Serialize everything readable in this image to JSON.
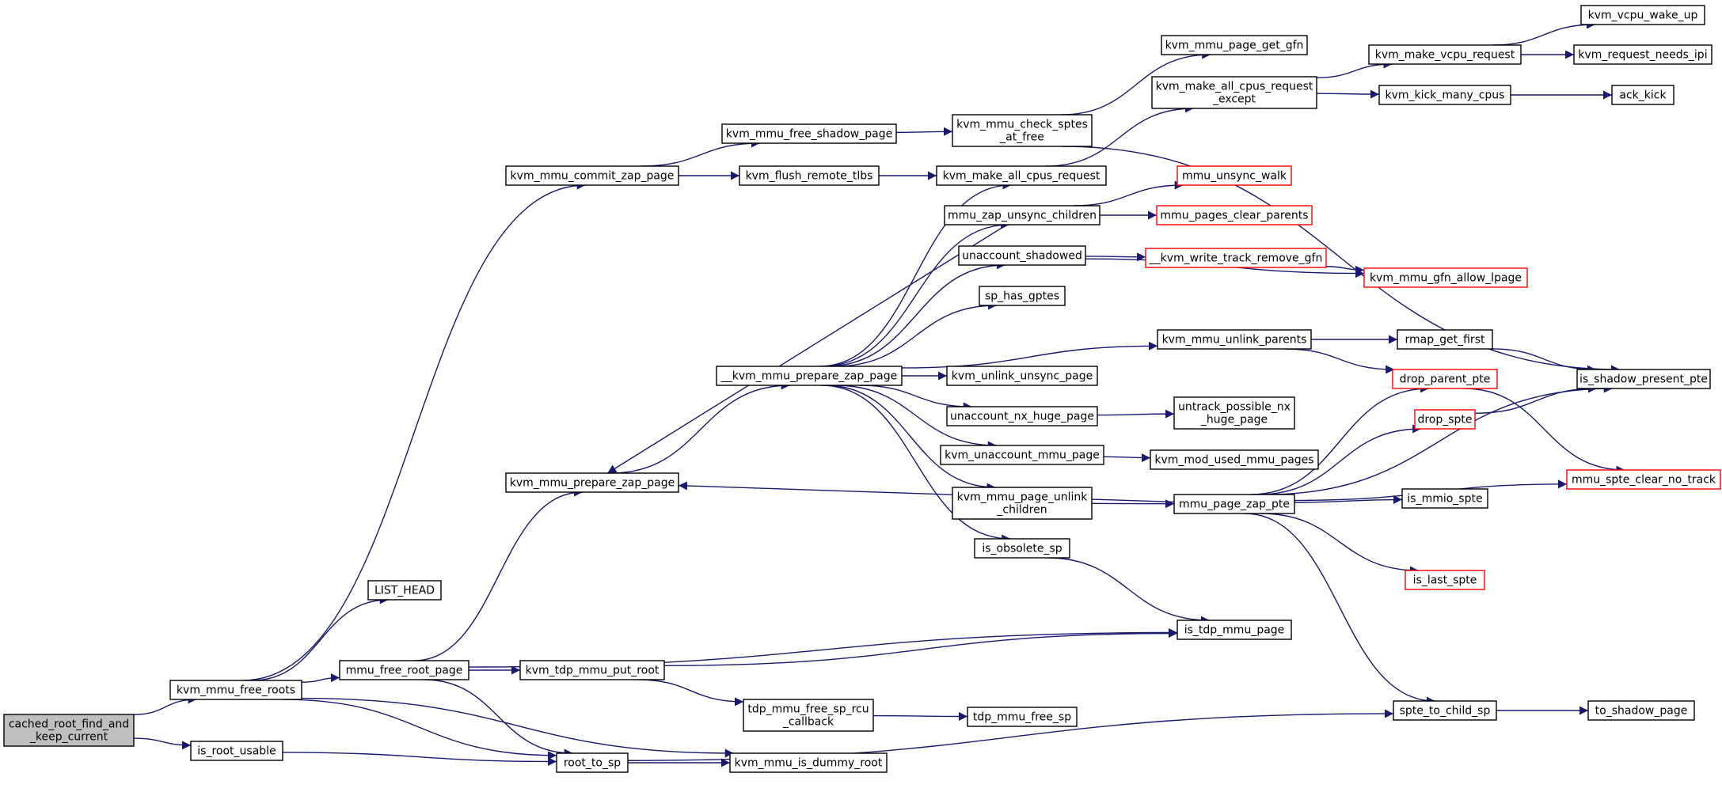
{
  "colors": {
    "edge": "#191970",
    "border_default": "#000000",
    "border_truncated": "#ff0000",
    "fill_root": "#bfbfbf",
    "fill_default": "#ffffff"
  },
  "nodes": [
    {
      "id": "cached_root_find_and_keep_current",
      "lines": [
        "cached_root_find_and",
        "_keep_current"
      ],
      "style": "root"
    },
    {
      "id": "kvm_mmu_free_roots",
      "lines": [
        "kvm_mmu_free_roots"
      ],
      "style": "default"
    },
    {
      "id": "is_root_usable",
      "lines": [
        "is_root_usable"
      ],
      "style": "default"
    },
    {
      "id": "LIST_HEAD",
      "lines": [
        "LIST_HEAD"
      ],
      "style": "default"
    },
    {
      "id": "mmu_free_root_page",
      "lines": [
        "mmu_free_root_page"
      ],
      "style": "default"
    },
    {
      "id": "kvm_mmu_commit_zap_page",
      "lines": [
        "kvm_mmu_commit_zap_page"
      ],
      "style": "default"
    },
    {
      "id": "kvm_mmu_prepare_zap_page",
      "lines": [
        "kvm_mmu_prepare_zap_page"
      ],
      "style": "default"
    },
    {
      "id": "root_to_sp",
      "lines": [
        "root_to_sp"
      ],
      "style": "default"
    },
    {
      "id": "kvm_mmu_is_dummy_root",
      "lines": [
        "kvm_mmu_is_dummy_root"
      ],
      "style": "default"
    },
    {
      "id": "kvm_tdp_mmu_put_root",
      "lines": [
        "kvm_tdp_mmu_put_root"
      ],
      "style": "default"
    },
    {
      "id": "is_tdp_mmu_page",
      "lines": [
        "is_tdp_mmu_page"
      ],
      "style": "default"
    },
    {
      "id": "kvm_mmu_free_shadow_page",
      "lines": [
        "kvm_mmu_free_shadow_page"
      ],
      "style": "default"
    },
    {
      "id": "kvm_flush_remote_tlbs",
      "lines": [
        "kvm_flush_remote_tlbs"
      ],
      "style": "default"
    },
    {
      "id": "__kvm_mmu_prepare_zap_page",
      "lines": [
        "__kvm_mmu_prepare_zap_page"
      ],
      "style": "default"
    },
    {
      "id": "tdp_mmu_free_sp_rcu_callback",
      "lines": [
        "tdp_mmu_free_sp_rcu",
        "_callback"
      ],
      "style": "default"
    },
    {
      "id": "tdp_mmu_free_sp",
      "lines": [
        "tdp_mmu_free_sp"
      ],
      "style": "default"
    },
    {
      "id": "kvm_mmu_check_sptes_at_free",
      "lines": [
        "kvm_mmu_check_sptes",
        "_at_free"
      ],
      "style": "default"
    },
    {
      "id": "kvm_make_all_cpus_request",
      "lines": [
        "kvm_make_all_cpus_request"
      ],
      "style": "default"
    },
    {
      "id": "mmu_zap_unsync_children",
      "lines": [
        "mmu_zap_unsync_children"
      ],
      "style": "default"
    },
    {
      "id": "unaccount_shadowed",
      "lines": [
        "unaccount_shadowed"
      ],
      "style": "default"
    },
    {
      "id": "sp_has_gptes",
      "lines": [
        "sp_has_gptes"
      ],
      "style": "default"
    },
    {
      "id": "kvm_unlink_unsync_page",
      "lines": [
        "kvm_unlink_unsync_page"
      ],
      "style": "default"
    },
    {
      "id": "unaccount_nx_huge_page",
      "lines": [
        "unaccount_nx_huge_page"
      ],
      "style": "default"
    },
    {
      "id": "kvm_unaccount_mmu_page",
      "lines": [
        "kvm_unaccount_mmu_page"
      ],
      "style": "default"
    },
    {
      "id": "kvm_mmu_page_unlink_children",
      "lines": [
        "kvm_mmu_page_unlink",
        "_children"
      ],
      "style": "default"
    },
    {
      "id": "is_obsolete_sp",
      "lines": [
        "is_obsolete_sp"
      ],
      "style": "default"
    },
    {
      "id": "kvm_mmu_page_get_gfn",
      "lines": [
        "kvm_mmu_page_get_gfn"
      ],
      "style": "default"
    },
    {
      "id": "kvm_make_all_cpus_request_except",
      "lines": [
        "kvm_make_all_cpus_request",
        "_except"
      ],
      "style": "default"
    },
    {
      "id": "mmu_unsync_walk",
      "lines": [
        "mmu_unsync_walk"
      ],
      "style": "truncated"
    },
    {
      "id": "mmu_pages_clear_parents",
      "lines": [
        "mmu_pages_clear_parents"
      ],
      "style": "truncated"
    },
    {
      "id": "__kvm_write_track_remove_gfn",
      "lines": [
        "__kvm_write_track_remove_gfn"
      ],
      "style": "truncated"
    },
    {
      "id": "kvm_mmu_unlink_parents",
      "lines": [
        "kvm_mmu_unlink_parents"
      ],
      "style": "default"
    },
    {
      "id": "untrack_possible_nx_huge_page",
      "lines": [
        "untrack_possible_nx",
        "_huge_page"
      ],
      "style": "default"
    },
    {
      "id": "kvm_mod_used_mmu_pages",
      "lines": [
        "kvm_mod_used_mmu_pages"
      ],
      "style": "default"
    },
    {
      "id": "mmu_page_zap_pte",
      "lines": [
        "mmu_page_zap_pte"
      ],
      "style": "default"
    },
    {
      "id": "spte_to_child_sp",
      "lines": [
        "spte_to_child_sp"
      ],
      "style": "default"
    },
    {
      "id": "kvm_make_vcpu_request",
      "lines": [
        "kvm_make_vcpu_request"
      ],
      "style": "default"
    },
    {
      "id": "kvm_kick_many_cpus",
      "lines": [
        "kvm_kick_many_cpus"
      ],
      "style": "default"
    },
    {
      "id": "kvm_mmu_gfn_allow_lpage",
      "lines": [
        "kvm_mmu_gfn_allow_lpage"
      ],
      "style": "truncated"
    },
    {
      "id": "rmap_get_first",
      "lines": [
        "rmap_get_first"
      ],
      "style": "default"
    },
    {
      "id": "drop_parent_pte",
      "lines": [
        "drop_parent_pte"
      ],
      "style": "truncated"
    },
    {
      "id": "drop_spte",
      "lines": [
        "drop_spte"
      ],
      "style": "truncated"
    },
    {
      "id": "is_mmio_spte",
      "lines": [
        "is_mmio_spte"
      ],
      "style": "default"
    },
    {
      "id": "is_last_spte",
      "lines": [
        "is_last_spte"
      ],
      "style": "truncated"
    },
    {
      "id": "to_shadow_page",
      "lines": [
        "to_shadow_page"
      ],
      "style": "default"
    },
    {
      "id": "kvm_vcpu_wake_up",
      "lines": [
        "kvm_vcpu_wake_up"
      ],
      "style": "default"
    },
    {
      "id": "kvm_request_needs_ipi",
      "lines": [
        "kvm_request_needs_ipi"
      ],
      "style": "default"
    },
    {
      "id": "ack_kick",
      "lines": [
        "ack_kick"
      ],
      "style": "default"
    },
    {
      "id": "is_shadow_present_pte",
      "lines": [
        "is_shadow_present_pte"
      ],
      "style": "default"
    },
    {
      "id": "mmu_spte_clear_no_track",
      "lines": [
        "mmu_spte_clear_no_track"
      ],
      "style": "truncated"
    }
  ],
  "edges": [
    [
      "cached_root_find_and_keep_current",
      "kvm_mmu_free_roots"
    ],
    [
      "cached_root_find_and_keep_current",
      "is_root_usable"
    ],
    [
      "kvm_mmu_free_roots",
      "LIST_HEAD"
    ],
    [
      "kvm_mmu_free_roots",
      "kvm_mmu_commit_zap_page"
    ],
    [
      "kvm_mmu_free_roots",
      "mmu_free_root_page"
    ],
    [
      "kvm_mmu_free_roots",
      "root_to_sp"
    ],
    [
      "kvm_mmu_free_roots",
      "kvm_mmu_is_dummy_root"
    ],
    [
      "is_root_usable",
      "root_to_sp"
    ],
    [
      "mmu_free_root_page",
      "kvm_mmu_prepare_zap_page"
    ],
    [
      "mmu_free_root_page",
      "is_tdp_mmu_page"
    ],
    [
      "mmu_free_root_page",
      "kvm_tdp_mmu_put_root"
    ],
    [
      "mmu_free_root_page",
      "root_to_sp"
    ],
    [
      "kvm_mmu_commit_zap_page",
      "kvm_mmu_free_shadow_page"
    ],
    [
      "kvm_mmu_commit_zap_page",
      "kvm_flush_remote_tlbs"
    ],
    [
      "kvm_mmu_prepare_zap_page",
      "__kvm_mmu_prepare_zap_page"
    ],
    [
      "root_to_sp",
      "kvm_mmu_is_dummy_root"
    ],
    [
      "root_to_sp",
      "spte_to_child_sp"
    ],
    [
      "kvm_tdp_mmu_put_root",
      "is_tdp_mmu_page"
    ],
    [
      "kvm_tdp_mmu_put_root",
      "tdp_mmu_free_sp_rcu_callback"
    ],
    [
      "tdp_mmu_free_sp_rcu_callback",
      "tdp_mmu_free_sp"
    ],
    [
      "kvm_mmu_free_shadow_page",
      "kvm_mmu_check_sptes_at_free"
    ],
    [
      "kvm_flush_remote_tlbs",
      "kvm_make_all_cpus_request"
    ],
    [
      "__kvm_mmu_prepare_zap_page",
      "kvm_make_all_cpus_request"
    ],
    [
      "__kvm_mmu_prepare_zap_page",
      "mmu_zap_unsync_children"
    ],
    [
      "__kvm_mmu_prepare_zap_page",
      "unaccount_shadowed"
    ],
    [
      "__kvm_mmu_prepare_zap_page",
      "sp_has_gptes"
    ],
    [
      "__kvm_mmu_prepare_zap_page",
      "kvm_mmu_unlink_parents"
    ],
    [
      "__kvm_mmu_prepare_zap_page",
      "kvm_unlink_unsync_page"
    ],
    [
      "__kvm_mmu_prepare_zap_page",
      "unaccount_nx_huge_page"
    ],
    [
      "__kvm_mmu_prepare_zap_page",
      "kvm_unaccount_mmu_page"
    ],
    [
      "__kvm_mmu_prepare_zap_page",
      "kvm_mmu_page_unlink_children"
    ],
    [
      "__kvm_mmu_prepare_zap_page",
      "is_obsolete_sp"
    ],
    [
      "mmu_zap_unsync_children",
      "kvm_mmu_prepare_zap_page"
    ],
    [
      "mmu_zap_unsync_children",
      "mmu_unsync_walk"
    ],
    [
      "mmu_zap_unsync_children",
      "mmu_pages_clear_parents"
    ],
    [
      "kvm_mmu_check_sptes_at_free",
      "kvm_mmu_page_get_gfn"
    ],
    [
      "kvm_mmu_check_sptes_at_free",
      "is_shadow_present_pte"
    ],
    [
      "kvm_make_all_cpus_request",
      "kvm_make_all_cpus_request_except"
    ],
    [
      "kvm_make_all_cpus_request_except",
      "kvm_make_vcpu_request"
    ],
    [
      "kvm_make_all_cpus_request_except",
      "kvm_kick_many_cpus"
    ],
    [
      "kvm_make_vcpu_request",
      "kvm_vcpu_wake_up"
    ],
    [
      "kvm_make_vcpu_request",
      "kvm_request_needs_ipi"
    ],
    [
      "kvm_kick_many_cpus",
      "ack_kick"
    ],
    [
      "unaccount_shadowed",
      "__kvm_write_track_remove_gfn"
    ],
    [
      "unaccount_shadowed",
      "kvm_mmu_gfn_allow_lpage"
    ],
    [
      "__kvm_write_track_remove_gfn",
      "kvm_mmu_gfn_allow_lpage"
    ],
    [
      "kvm_mmu_unlink_parents",
      "rmap_get_first"
    ],
    [
      "kvm_mmu_unlink_parents",
      "drop_parent_pte"
    ],
    [
      "rmap_get_first",
      "is_shadow_present_pte"
    ],
    [
      "unaccount_nx_huge_page",
      "untrack_possible_nx_huge_page"
    ],
    [
      "kvm_unaccount_mmu_page",
      "kvm_mod_used_mmu_pages"
    ],
    [
      "kvm_mmu_page_unlink_children",
      "mmu_page_zap_pte"
    ],
    [
      "is_obsolete_sp",
      "is_tdp_mmu_page"
    ],
    [
      "mmu_page_zap_pte",
      "kvm_mmu_prepare_zap_page"
    ],
    [
      "mmu_page_zap_pte",
      "drop_parent_pte"
    ],
    [
      "mmu_page_zap_pte",
      "drop_spte"
    ],
    [
      "mmu_page_zap_pte",
      "is_shadow_present_pte"
    ],
    [
      "mmu_page_zap_pte",
      "is_mmio_spte"
    ],
    [
      "mmu_page_zap_pte",
      "mmu_spte_clear_no_track"
    ],
    [
      "mmu_page_zap_pte",
      "is_last_spte"
    ],
    [
      "mmu_page_zap_pte",
      "spte_to_child_sp"
    ],
    [
      "drop_parent_pte",
      "mmu_spte_clear_no_track"
    ],
    [
      "drop_spte",
      "is_shadow_present_pte"
    ],
    [
      "spte_to_child_sp",
      "to_shadow_page"
    ]
  ]
}
